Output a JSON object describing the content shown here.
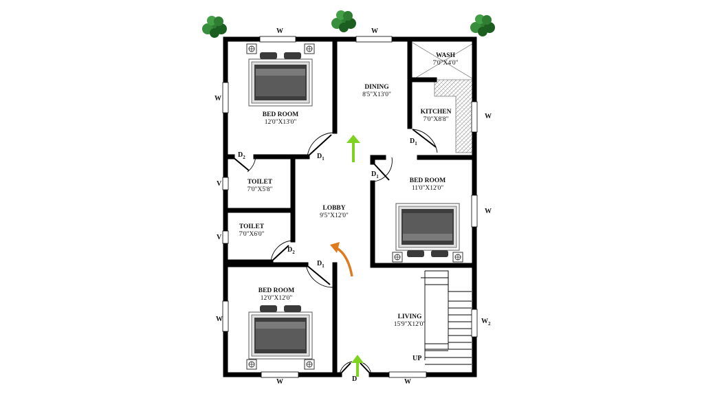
{
  "rooms": {
    "bedroom_top": {
      "name": "BED ROOM",
      "size": "12'0\"X13'0\""
    },
    "dining": {
      "name": "DINING",
      "size": "8'5\"X13'0\""
    },
    "wash": {
      "name": "WASH",
      "size": "7'0\"X4'0\""
    },
    "kitchen": {
      "name": "KITCHEN",
      "size": "7'0\"X8'8\""
    },
    "toilet_1": {
      "name": "TOILET",
      "size": "7'0\"X5'8\""
    },
    "toilet_2": {
      "name": "TOILET",
      "size": "7'0\"X6'0\""
    },
    "lobby": {
      "name": "LOBBY",
      "size": "9'5\"X12'0\""
    },
    "bedroom_right": {
      "name": "BED ROOM",
      "size": "11'0\"X12'0\""
    },
    "bedroom_bottom": {
      "name": "BED ROOM",
      "size": "12'0\"X12'0\""
    },
    "living": {
      "name": "LIVING",
      "size": "15'9\"X12'0\""
    }
  },
  "marks": {
    "window": "W",
    "window_2_base": "W",
    "window_2_sub": "2",
    "ventilator": "V",
    "door_main": "D",
    "door_1_base": "D",
    "door_1_sub": "1",
    "door_2_base": "D",
    "door_2_sub": "2",
    "stair_up": "UP"
  },
  "colors": {
    "wall": "#000000",
    "arrow_green": "#7ed321",
    "arrow_orange": "#e07a1f",
    "tree": "#2e7d32",
    "bed": "#4a4a4a"
  }
}
